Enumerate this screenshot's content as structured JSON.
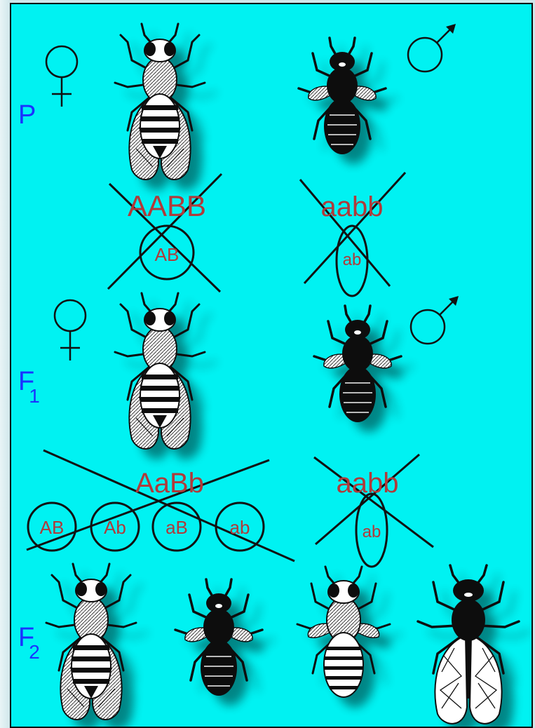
{
  "generations": {
    "p": "P",
    "f1_base": "F",
    "f1_sub": "1",
    "f2_base": "F",
    "f2_sub": "2"
  },
  "genotypes": {
    "p_female": "AABB",
    "p_male": "aabb",
    "f1_female": "AaBb",
    "f1_male": "aabb"
  },
  "gametes": {
    "p_female": "AB",
    "p_male": "ab",
    "f1_female": [
      "AB",
      "Ab",
      "aB",
      "ab"
    ],
    "f1_male": "ab"
  },
  "colors": {
    "background": "#00f2f2",
    "generation_labels": "#1a33ff",
    "genotype_text": "#b03a3a",
    "lines": "#111111"
  }
}
